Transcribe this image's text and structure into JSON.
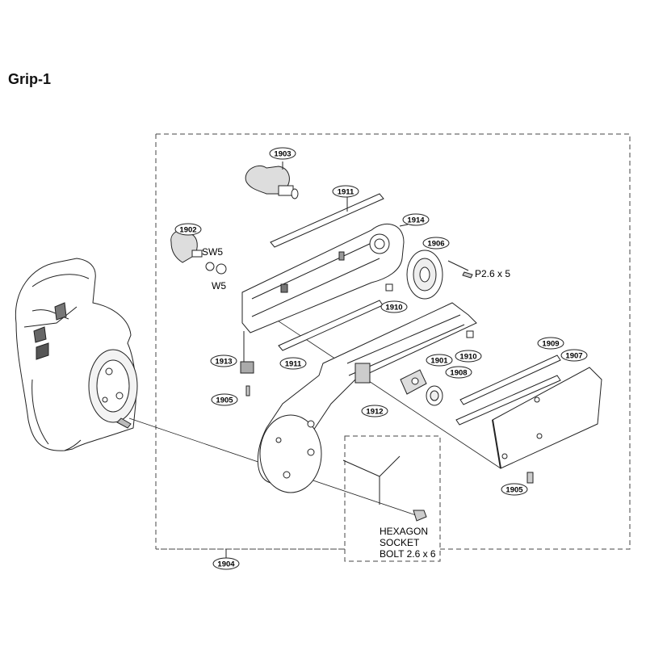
{
  "title": "Grip-1",
  "part_tags": {
    "p1903": "1903",
    "p1911a": "1911",
    "p1914": "1914",
    "p1902": "1902",
    "p1906": "1906",
    "p1910a": "1910",
    "p1913": "1913",
    "p1911b": "1911",
    "p1910b": "1910",
    "p1901": "1901",
    "p1908": "1908",
    "p1909": "1909",
    "p1907": "1907",
    "p1905a": "1905",
    "p1912": "1912",
    "p1905b": "1905",
    "p1904": "1904"
  },
  "labels": {
    "sw5": "SW5",
    "w5": "W5",
    "screw": "P2.6 x 5",
    "bolt_line1": "HEXAGON",
    "bolt_line2": "SOCKET",
    "bolt_line3": "BOLT 2.6 x 6"
  }
}
